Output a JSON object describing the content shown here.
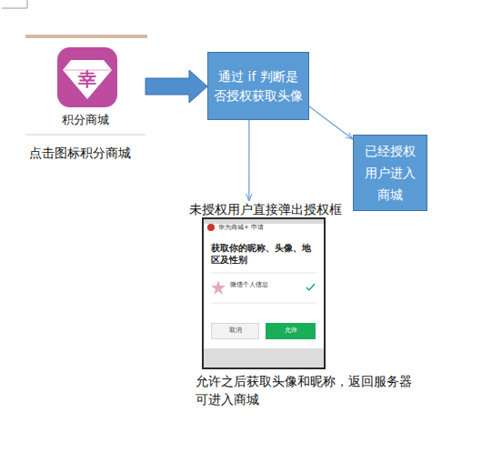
{
  "diagram": {
    "nodes": [
      {
        "text": [
          "幸",
          "积分商城"
        ]
      },
      {
        "text": [
          "通过 if 判断是否授权获取头像"
        ]
      },
      {
        "text": [
          "已经授权用户进入商城"
        ]
      },
      {
        "text": [
          "未授权用户直接弹出授权框",
          "华为商城+ 申请",
          "获取你的昵称、头像、地区及性别",
          "微信个人信息",
          "允许之后获取头像和昵称，返回服务器 可进入商城"
        ]
      },
      {
        "text": [
          "取消"
        ],
        "in": 3
      },
      {
        "text": [
          "允许"
        ],
        "in": 3
      }
    ],
    "edges": [
      {
        "from": 0,
        "to": 1,
        "arrow": "to"
      },
      {
        "from": 1,
        "to": 2,
        "arrow": "to"
      },
      {
        "from": 1,
        "to": 3,
        "arrow": "to"
      }
    ],
    "labels": [
      "点击图标积分商城"
    ]
  }
}
